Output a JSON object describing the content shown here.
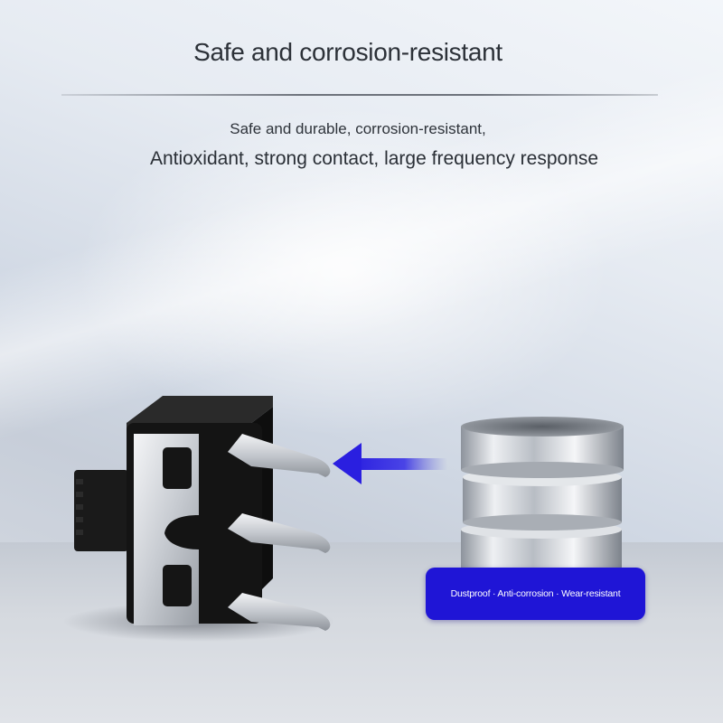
{
  "heading": {
    "title": "Safe and corrosion-resistant",
    "subtitle_line1": "Safe and durable, corrosion-resistant,",
    "subtitle_line2": "Antioxidant, strong contact, large frequency response"
  },
  "badge": {
    "text": "Dustproof · Anti-corrosion · Wear-resistant",
    "color": "#1f15d6"
  },
  "colors": {
    "arrow": "#3a2fe0",
    "switch_body": "#141414",
    "pins": "#c9ccd1"
  },
  "icons": {
    "switch": "slide-switch-image",
    "arrow": "left-arrow-icon",
    "coins": "coin-stack-image"
  }
}
